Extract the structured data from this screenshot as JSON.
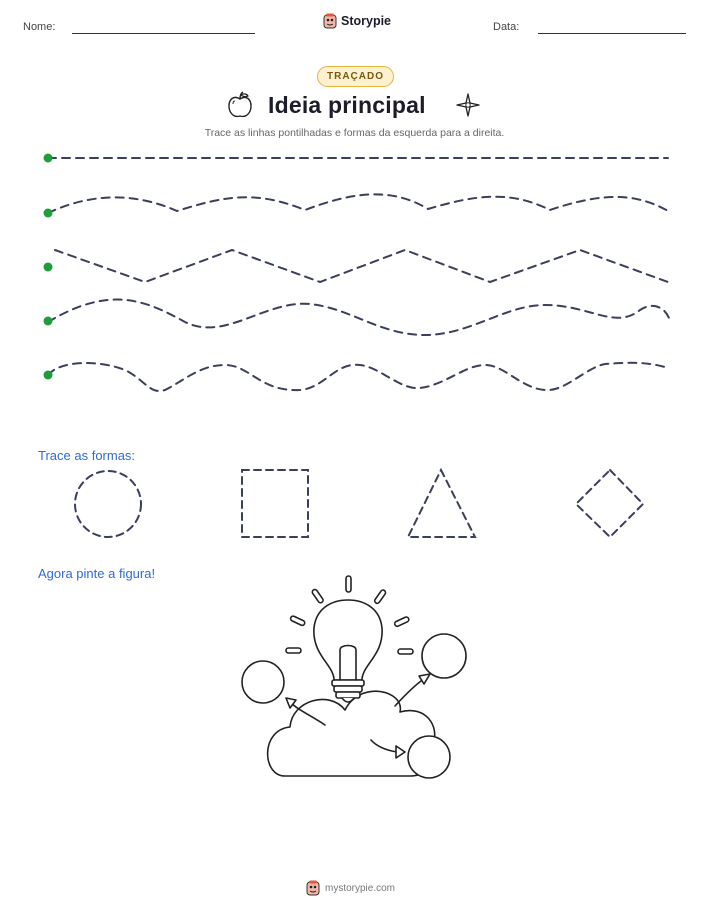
{
  "header": {
    "name_label": "Nome:",
    "date_label": "Data:",
    "brand": "Storypie"
  },
  "worksheet": {
    "badge": "TRAÇADO",
    "title": "Ideia principal",
    "instructions": "Trace as linhas pontilhadas e formas da esquerda para a direita."
  },
  "shapes_section": {
    "label": "Trace as formas:",
    "shapes": [
      "circle",
      "square",
      "triangle",
      "diamond"
    ]
  },
  "coloring_section": {
    "label": "Agora pinte a figura!",
    "figure": "lightbulb-cloud-circles"
  },
  "footer": {
    "site": "mystorypie.com"
  },
  "colors": {
    "start_dot": "#1f9d3a",
    "dash": "#3a3f5c",
    "section": "#2e6bd6",
    "badge_border": "#e4b43c",
    "badge_fill": "#fdf1cf"
  },
  "icons": [
    "storypie-logo-icon",
    "apple-icon",
    "sparkle-icon"
  ]
}
